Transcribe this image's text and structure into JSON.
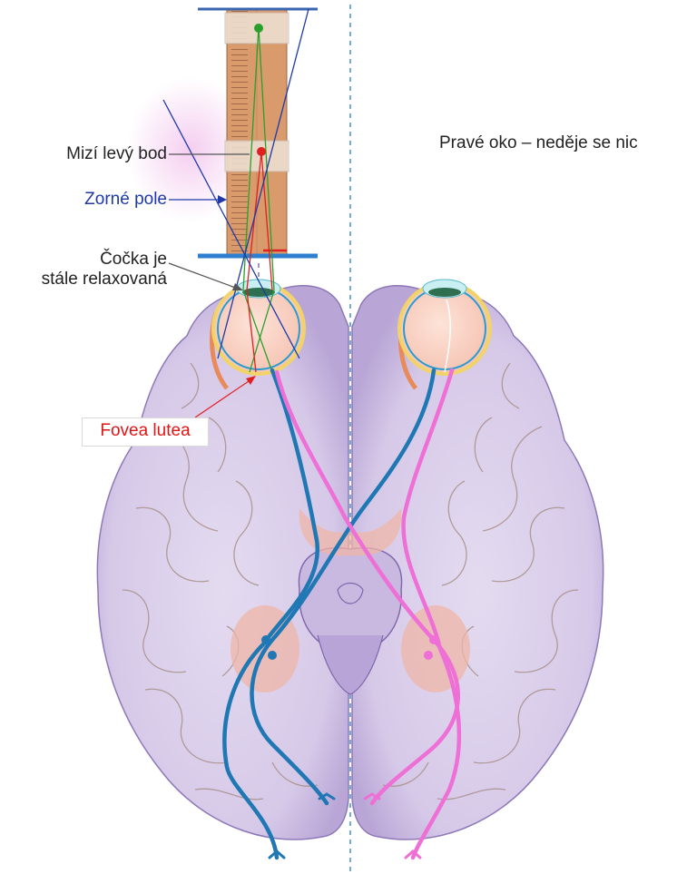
{
  "labels": {
    "vanishing_point": "Mizí levý bod",
    "visual_field": "Zorné pole",
    "lens_line1": "Čočka je",
    "lens_line2": "stále relaxovaná",
    "right_eye_note": "Pravé oko – neděje se nic",
    "fovea": "Fovea lutea"
  },
  "colors": {
    "field_label": "#1f3aa8",
    "fovea_label": "#e01515",
    "brain": "#d9cdea",
    "ruler": "#d99a6c",
    "left_eye_pathway": "#1f78b4",
    "right_eye_pathway": "#ee6fd6",
    "near_point": "#2aa02a",
    "far_point": "#e02020"
  }
}
